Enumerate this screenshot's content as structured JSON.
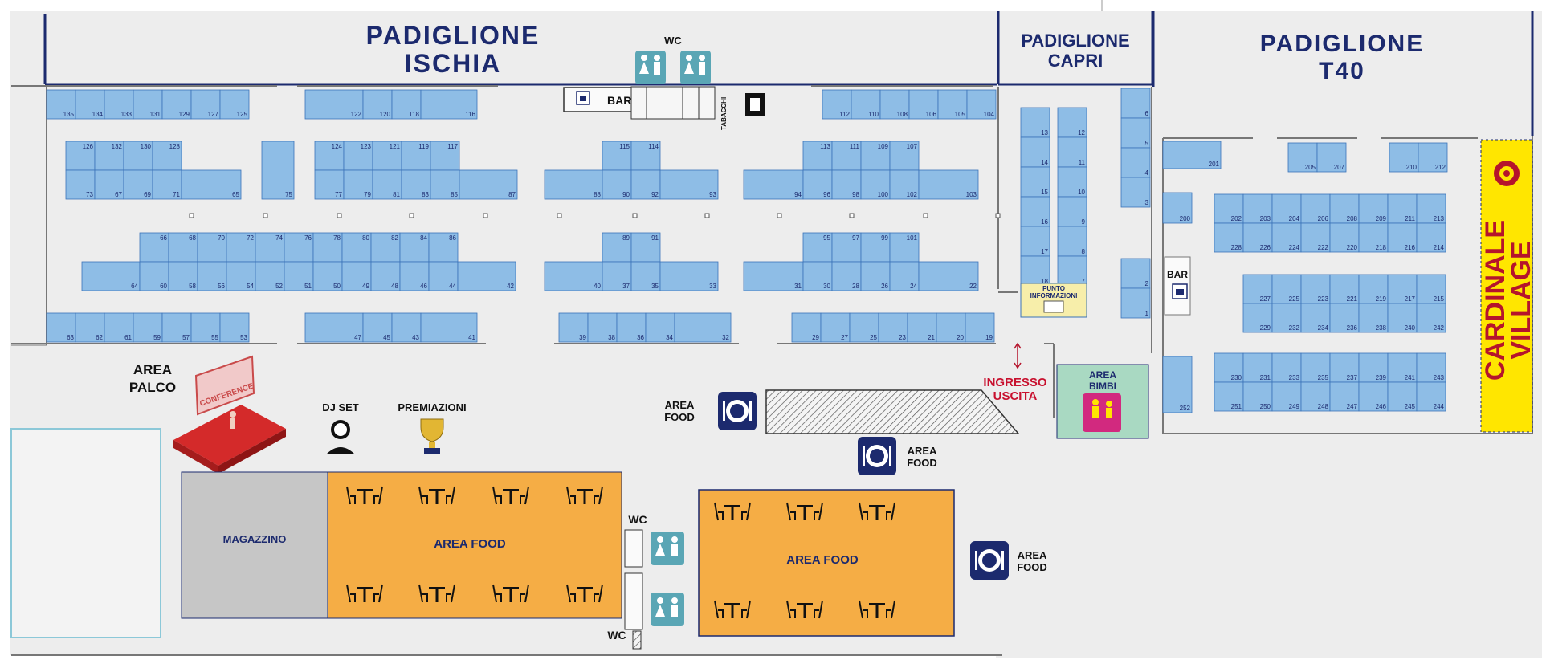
{
  "colors": {
    "floor": "#ededed",
    "booth": "#8ebde6",
    "booth_stroke": "#3a72b8",
    "navy": "#1c2a6e",
    "orange": "#f5ad45",
    "gray": "#c6c6c6",
    "yellow": "#ffe600",
    "red": "#b5142c",
    "teal": "#5aa6b5",
    "green": "#a9d9c2",
    "pink": "#d2297f",
    "info": "#f7eeaa"
  },
  "pavilions": {
    "ischia": [
      "PADIGLIONE",
      "ISCHIA"
    ],
    "capri": [
      "PADIGLIONE",
      "CAPRI"
    ],
    "t40": [
      "PADIGLIONE",
      "T40"
    ]
  },
  "village": [
    "CARDINALE",
    "VILLAGE"
  ],
  "labels": {
    "wc": "WC",
    "bar": "BAR",
    "tabacchi": "TABACCHI",
    "area_palco": [
      "AREA",
      "PALCO"
    ],
    "conference": "CONFERENCE",
    "dj_set": "DJ SET",
    "premiazioni": "PREMIAZIONI",
    "area_food_side": [
      "AREA",
      "FOOD"
    ],
    "area_food": "AREA FOOD",
    "magazzino": "MAGAZZINO",
    "ingresso": [
      "INGRESSO",
      "USCITA"
    ],
    "area_bimbi": [
      "AREA",
      "BIMBI"
    ],
    "punto_informazioni": [
      "PUNTO",
      "INFORMAZIONI"
    ]
  },
  "booths": {
    "ischia_r1_left": [
      "135",
      "134",
      "133",
      "131",
      "129",
      "127",
      "125"
    ],
    "ischia_r1_mid": [
      "122",
      "120",
      "118",
      "116"
    ],
    "ischia_r1_right": [
      "112",
      "110",
      "108",
      "106",
      "105",
      "104"
    ],
    "ischia_r2_a_top": [
      "126",
      "132",
      "130",
      "128"
    ],
    "ischia_r2_a_bottom": [
      "73",
      "67",
      "69",
      "71",
      "65"
    ],
    "ischia_r2_b": [
      "75"
    ],
    "ischia_r2_c_top": [
      "124",
      "123",
      "121",
      "119",
      "117"
    ],
    "ischia_r2_c_bottom": [
      "77",
      "79",
      "81",
      "83",
      "85",
      "87"
    ],
    "ischia_r2_d_top": [
      "115",
      "114"
    ],
    "ischia_r2_d_bottom": [
      "88",
      "90",
      "92",
      "93"
    ],
    "ischia_r2_e_top": [
      "113",
      "111",
      "109",
      "107"
    ],
    "ischia_r2_e_bottom": [
      "94",
      "96",
      "98",
      "100",
      "102",
      "103"
    ],
    "ischia_r3_a_top": [
      "66",
      "68",
      "70",
      "72",
      "74",
      "76",
      "78",
      "80",
      "82",
      "84",
      "86"
    ],
    "ischia_r3_a_bottom": [
      "64",
      "60",
      "58",
      "56",
      "54",
      "52",
      "51",
      "50",
      "49",
      "48",
      "46",
      "44",
      "42"
    ],
    "ischia_r3_b_top": [
      "89",
      "91"
    ],
    "ischia_r3_b_bottom": [
      "40",
      "37",
      "35",
      "33"
    ],
    "ischia_r3_c_top": [
      "95",
      "97",
      "99",
      "101"
    ],
    "ischia_r3_c_bottom": [
      "31",
      "30",
      "28",
      "26",
      "24",
      "22"
    ],
    "ischia_r4_a": [
      "63",
      "62",
      "61",
      "59",
      "57",
      "55",
      "53"
    ],
    "ischia_r4_b": [
      "47",
      "45",
      "43",
      "41"
    ],
    "ischia_r4_c": [
      "39",
      "38",
      "36",
      "34",
      "32"
    ],
    "ischia_r4_d": [
      "29",
      "27",
      "25",
      "23",
      "21",
      "20",
      "19"
    ],
    "capri_left": [
      "13",
      "14",
      "15",
      "16",
      "17",
      "18"
    ],
    "capri_right": [
      "12",
      "11",
      "10",
      "9",
      "8",
      "7"
    ],
    "capri_wall_top": [
      "6",
      "5",
      "4",
      "3"
    ],
    "capri_wall_bottom": [
      "2",
      "1"
    ],
    "t40_single": [
      "201",
      "200",
      "252"
    ],
    "t40_top_small": [
      "205",
      "207",
      "210",
      "212"
    ],
    "t40_r1_top": [
      "202",
      "203",
      "204",
      "206",
      "208",
      "209",
      "211",
      "213"
    ],
    "t40_r1_bottom": [
      "228",
      "226",
      "224",
      "222",
      "220",
      "218",
      "216",
      "214"
    ],
    "t40_r2_top": [
      "227",
      "225",
      "223",
      "221",
      "219",
      "217",
      "215"
    ],
    "t40_r2_bottom": [
      "229",
      "232",
      "234",
      "236",
      "238",
      "240",
      "242"
    ],
    "t40_r3_top": [
      "230",
      "231",
      "233",
      "235",
      "237",
      "239",
      "241",
      "243"
    ],
    "t40_r3_bottom": [
      "251",
      "250",
      "249",
      "248",
      "247",
      "246",
      "245",
      "244"
    ]
  }
}
